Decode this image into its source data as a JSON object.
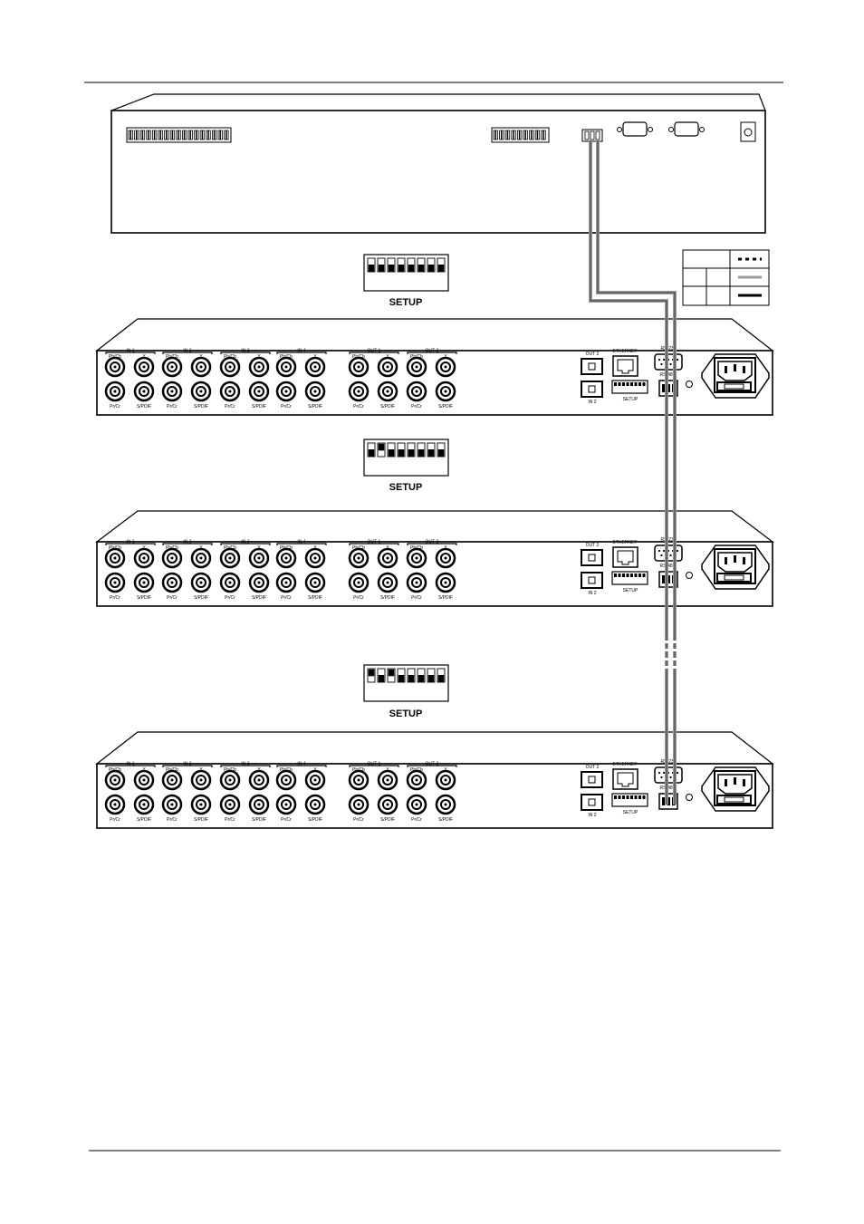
{
  "setup_label": "SETUP",
  "unit": {
    "group_titles": [
      "IN 1",
      "IN 2",
      "IN 3",
      "IN 4",
      "OUT 1",
      "OUT 2"
    ],
    "top_labels": [
      "Pb/Cb",
      "Y"
    ],
    "bottom_labels": [
      "Pr/Cr",
      "S/PDIF"
    ],
    "out2_label": "OUT 2",
    "in2_label": "IN 2",
    "ethernet_label": "ETHERNET",
    "setup_label": "SETUP",
    "rs232_label": "RS-232",
    "rs485_label": "RS-485"
  },
  "colors": {
    "line": "#000000",
    "cable_gray": "#999999",
    "cable_dark": "#222222"
  }
}
